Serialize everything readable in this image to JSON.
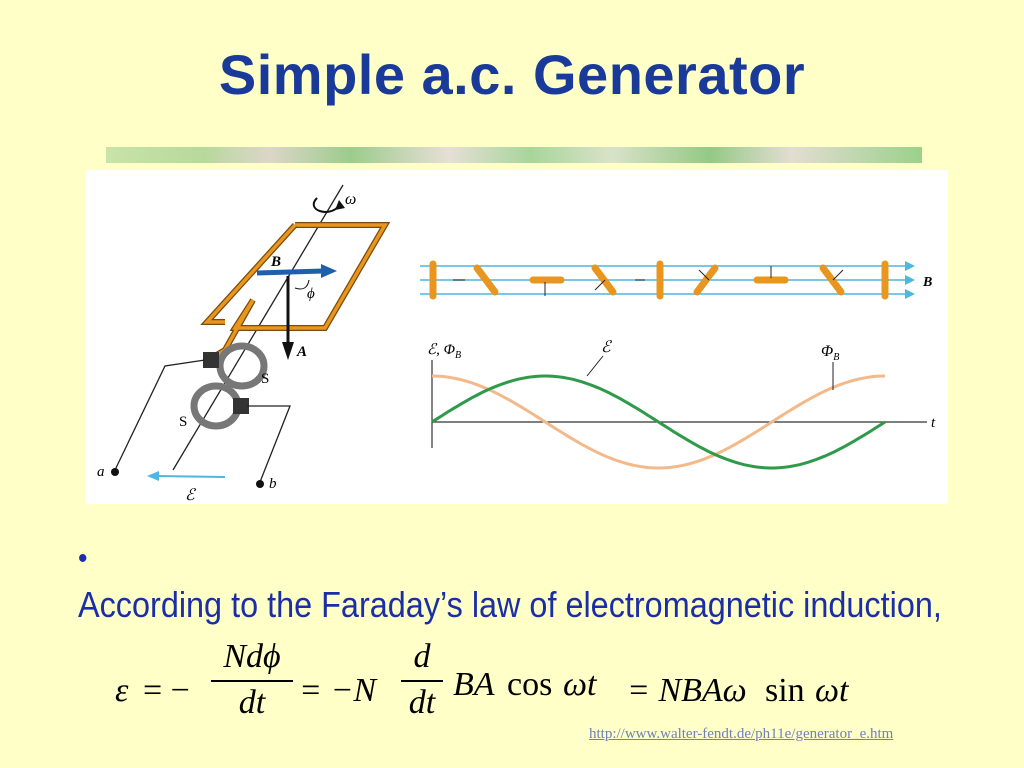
{
  "slide": {
    "title": "Simple a.c. Generator",
    "bullet": "According to the Faraday’s law of electromagnetic induction,",
    "source_url": "http://www.walter-fendt.de/ph11e/generator_e.htm"
  },
  "figure": {
    "labels": {
      "omega": "ω",
      "b_vec": "B",
      "phi": "ϕ",
      "a_vec": "A",
      "s_upper": "S",
      "s_lower": "S",
      "terminal_a": "a",
      "terminal_b": "b",
      "emf_arrow": "ℰ",
      "field_b": "B",
      "axis_y": "ℰ, Φ",
      "axis_y_sub": "B",
      "axis_t": "t",
      "curve_emf": "ℰ",
      "curve_flux": "Φ",
      "curve_flux_sub": "B"
    },
    "colors": {
      "coil": "#e8961e",
      "field_line": "#4fb6e0",
      "emf_curve": "#2e9a4a",
      "flux_curve": "#f4b98a",
      "b_arrow": "#1e5fae"
    }
  },
  "equation": {
    "lhs": "ε",
    "eq1": "= −",
    "frac1_num": "Ndϕ",
    "frac1_den": "dt",
    "eq2": "= −N",
    "frac2_num": "d",
    "frac2_den": "dt",
    "ba": "BA",
    "cos": "cos",
    "wt1": "ωt",
    "eq3": "= NBAω",
    "sin": "sin",
    "wt2": "ωt"
  }
}
